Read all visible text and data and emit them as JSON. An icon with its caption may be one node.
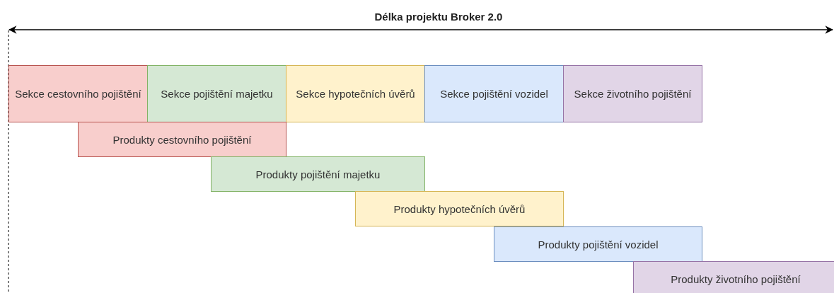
{
  "diagram": {
    "title": "Délka projektu Broker 2.0",
    "nodes": [
      {
        "text": [
          "Sekce cestovního pojištění"
        ]
      },
      {
        "text": [
          "Sekce pojištění majetku"
        ]
      },
      {
        "text": [
          "Sekce hypotečních úvěrů"
        ]
      },
      {
        "text": [
          "Sekce pojištění vozidel"
        ]
      },
      {
        "text": [
          "Sekce životního pojištění"
        ]
      },
      {
        "text": [
          "Produkty cestovního pojištění"
        ]
      },
      {
        "text": [
          "Produkty pojištění majetku"
        ]
      },
      {
        "text": [
          "Produkty hypotečních úvěrů"
        ]
      },
      {
        "text": [
          "Produkty pojištění vozidel"
        ]
      },
      {
        "text": [
          "Produkty životního pojištění"
        ]
      }
    ]
  }
}
